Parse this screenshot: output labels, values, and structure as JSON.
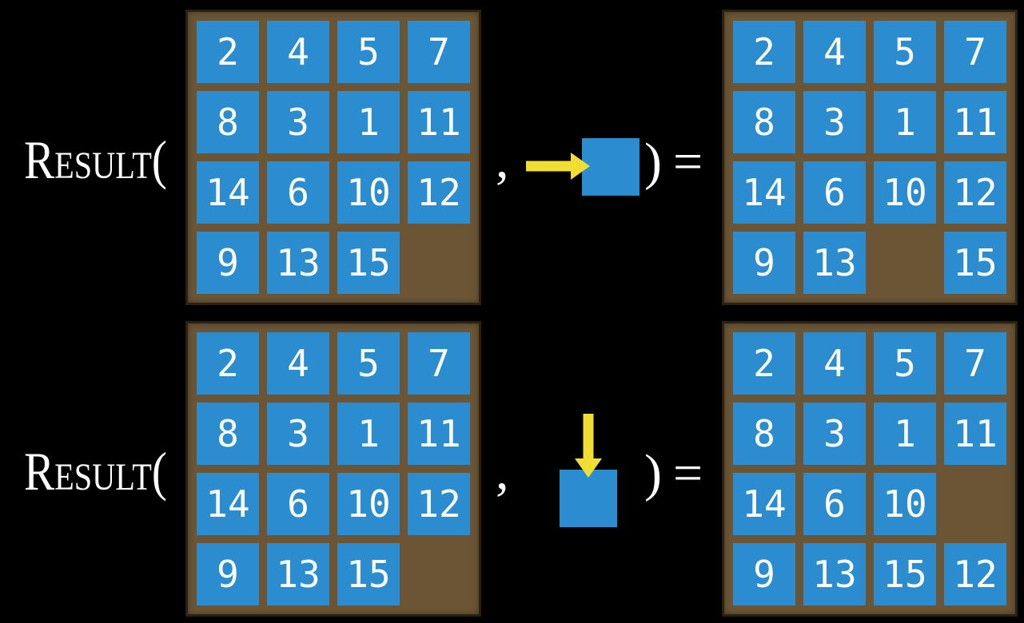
{
  "colors": {
    "background": "#000000",
    "board_frame": "#6B5535",
    "board_edge": "#2B2113",
    "tile_blue": "#2B8CCF",
    "tile_text": "#FFFFFF",
    "arrow_yellow": "#F2DE33",
    "text_white": "#FFFFFF"
  },
  "notation": {
    "open_paren": "(",
    "comma": ",",
    "close_paren": ")",
    "equals": "="
  },
  "rows": [
    {
      "function_name": "Result",
      "move": {
        "direction": "right",
        "icon": "arrow-right-into-blank-tile"
      },
      "before": [
        [
          "2",
          "4",
          "5",
          "7"
        ],
        [
          "8",
          "3",
          "1",
          "11"
        ],
        [
          "14",
          "6",
          "10",
          "12"
        ],
        [
          "9",
          "13",
          "15",
          ""
        ]
      ],
      "after": [
        [
          "2",
          "4",
          "5",
          "7"
        ],
        [
          "8",
          "3",
          "1",
          "11"
        ],
        [
          "14",
          "6",
          "10",
          "12"
        ],
        [
          "9",
          "13",
          "",
          "15"
        ]
      ]
    },
    {
      "function_name": "Result",
      "move": {
        "direction": "down",
        "icon": "arrow-down-into-blank-tile"
      },
      "before": [
        [
          "2",
          "4",
          "5",
          "7"
        ],
        [
          "8",
          "3",
          "1",
          "11"
        ],
        [
          "14",
          "6",
          "10",
          "12"
        ],
        [
          "9",
          "13",
          "15",
          ""
        ]
      ],
      "after": [
        [
          "2",
          "4",
          "5",
          "7"
        ],
        [
          "8",
          "3",
          "1",
          "11"
        ],
        [
          "14",
          "6",
          "10",
          ""
        ],
        [
          "9",
          "13",
          "15",
          "12"
        ]
      ]
    }
  ]
}
